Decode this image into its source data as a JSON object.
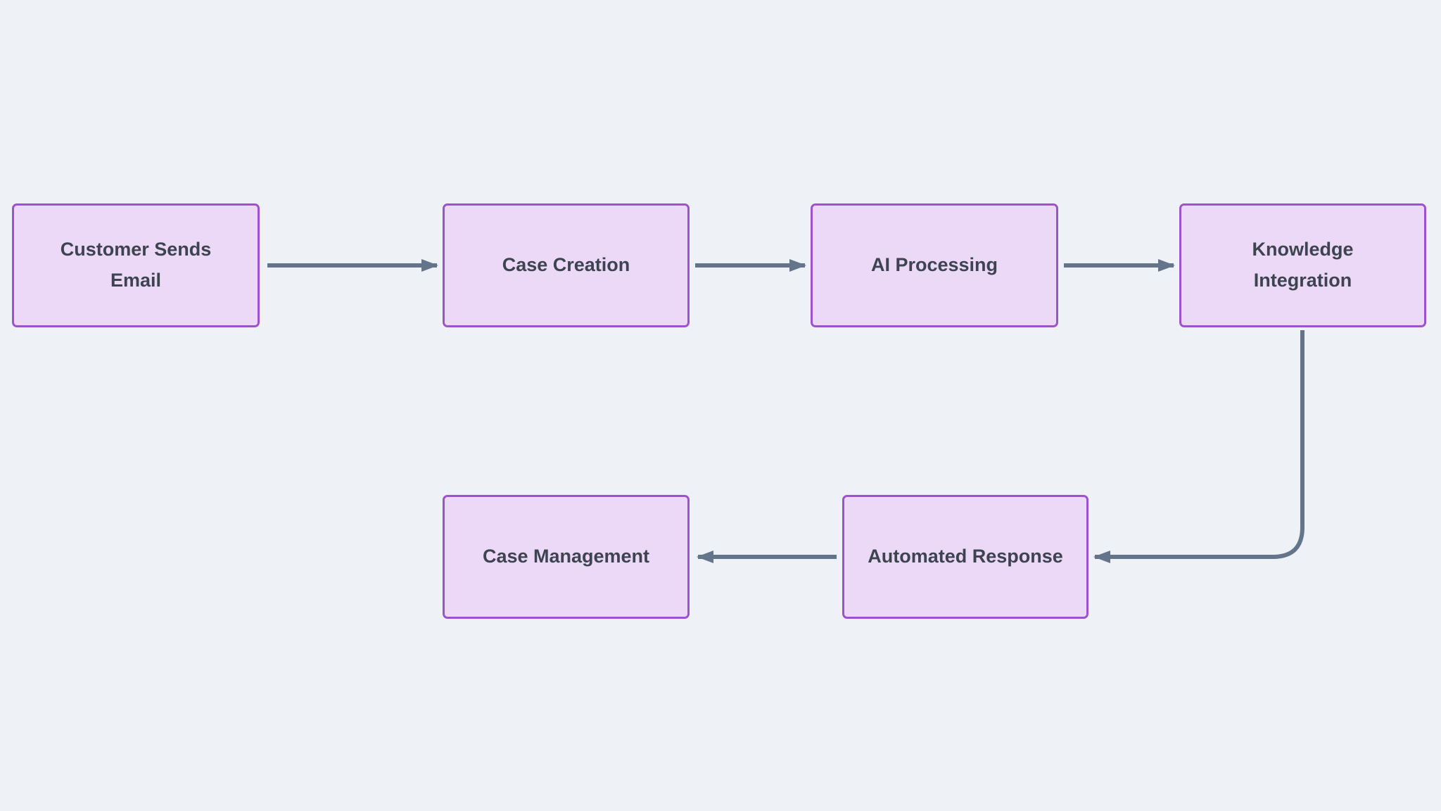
{
  "diagram": {
    "type": "flowchart",
    "direction": "left-to-right-wrapping",
    "nodes": [
      {
        "id": "customer-sends-email",
        "label": "Customer Sends Email"
      },
      {
        "id": "case-creation",
        "label": "Case Creation"
      },
      {
        "id": "ai-processing",
        "label": "AI Processing"
      },
      {
        "id": "knowledge-integration",
        "label": "Knowledge Integration"
      },
      {
        "id": "automated-response",
        "label": "Automated Response"
      },
      {
        "id": "case-management",
        "label": "Case Management"
      }
    ],
    "edges": [
      {
        "from": "customer-sends-email",
        "to": "case-creation",
        "style": "straight-right"
      },
      {
        "from": "case-creation",
        "to": "ai-processing",
        "style": "straight-right"
      },
      {
        "from": "ai-processing",
        "to": "knowledge-integration",
        "style": "straight-right"
      },
      {
        "from": "knowledge-integration",
        "to": "automated-response",
        "style": "elbow-down-left"
      },
      {
        "from": "automated-response",
        "to": "case-management",
        "style": "straight-left"
      }
    ],
    "colors": {
      "background": "#eef2f6",
      "node_fill": "#ebd9f7",
      "node_border": "#9d52cf",
      "node_text": "#3d4450",
      "arrow": "#64748b"
    }
  }
}
